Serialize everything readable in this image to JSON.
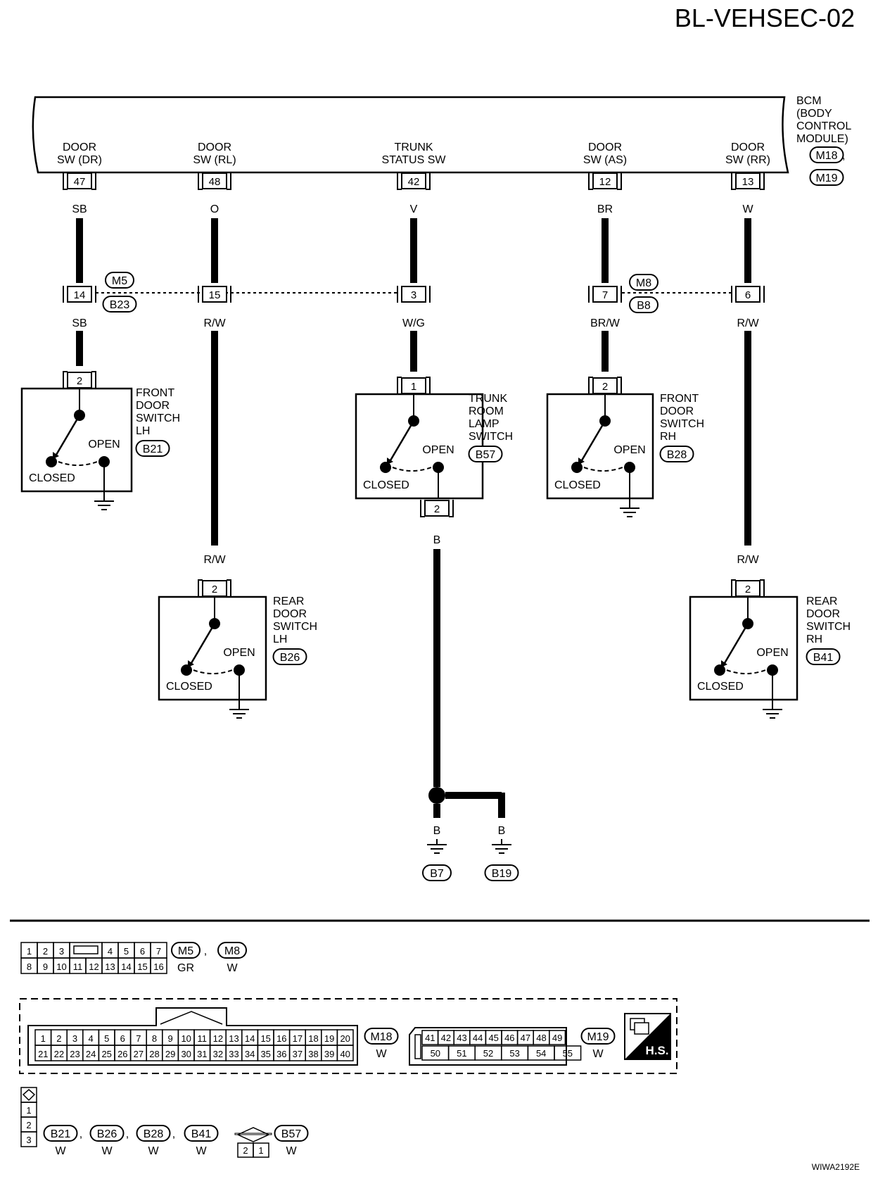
{
  "title": "BL-VEHSEC-02",
  "footer_id": "WIWA2192E",
  "bcm": {
    "lines": [
      "BCM",
      "(BODY",
      "CONTROL",
      "MODULE)"
    ],
    "connectors": [
      "M18",
      "M19"
    ],
    "terminals": [
      {
        "label1": "DOOR",
        "label2": "SW (DR)",
        "pin": "47",
        "wire": "SB"
      },
      {
        "label1": "DOOR",
        "label2": "SW (RL)",
        "pin": "48",
        "wire": "O"
      },
      {
        "label1": "TRUNK",
        "label2": "STATUS SW",
        "pin": "42",
        "wire": "V"
      },
      {
        "label1": "DOOR",
        "label2": "SW (AS)",
        "pin": "12",
        "wire": "BR"
      },
      {
        "label1": "DOOR",
        "label2": "SW (RR)",
        "pin": "13",
        "wire": "W"
      }
    ]
  },
  "joints": [
    {
      "pin": "14",
      "wire": "SB"
    },
    {
      "pin": "15",
      "wire": "R/W"
    },
    {
      "pin": "3",
      "wire": "W/G"
    },
    {
      "pin": "7",
      "wire": "BR/W"
    },
    {
      "pin": "6",
      "wire": "R/W"
    }
  ],
  "joint_connectors": {
    "left_top": "M5",
    "left_bottom": "B23",
    "right_top": "M8",
    "right_bottom": "B8"
  },
  "switches": [
    {
      "name_lines": [
        "FRONT",
        "DOOR",
        "SWITCH",
        "LH"
      ],
      "connector": "B21",
      "pin": "2",
      "open": "OPEN",
      "closed": "CLOSED"
    },
    {
      "name_lines": [
        "TRUNK",
        "ROOM",
        "LAMP",
        "SWITCH"
      ],
      "connector": "B57",
      "pin": "1",
      "pin_out": "2",
      "open": "OPEN",
      "closed": "CLOSED"
    },
    {
      "name_lines": [
        "FRONT",
        "DOOR",
        "SWITCH",
        "RH"
      ],
      "connector": "B28",
      "pin": "2",
      "open": "OPEN",
      "closed": "CLOSED"
    },
    {
      "name_lines": [
        "REAR",
        "DOOR",
        "SWITCH",
        "LH"
      ],
      "connector": "B26",
      "pin": "2",
      "wire": "R/W",
      "open": "OPEN",
      "closed": "CLOSED"
    },
    {
      "name_lines": [
        "REAR",
        "DOOR",
        "SWITCH",
        "RH"
      ],
      "connector": "B41",
      "pin": "2",
      "wire": "R/W",
      "open": "OPEN",
      "closed": "CLOSED"
    }
  ],
  "ground": {
    "wire": "B",
    "wire_a": "B",
    "wire_b": "B",
    "point_a": "B7",
    "point_b": "B19"
  },
  "connector_legend": {
    "m5m8": {
      "top": [
        "1",
        "2",
        "3",
        "4",
        "5",
        "6",
        "7"
      ],
      "bottom": [
        "8",
        "9",
        "10",
        "11",
        "12",
        "13",
        "14",
        "15",
        "16"
      ],
      "ids": [
        "M5",
        "M8"
      ],
      "colors": [
        "GR",
        "W"
      ]
    },
    "m18": {
      "top": [
        "1",
        "2",
        "3",
        "4",
        "5",
        "6",
        "7",
        "8",
        "9",
        "10",
        "11",
        "12",
        "13",
        "14",
        "15",
        "16",
        "17",
        "18",
        "19",
        "20"
      ],
      "bottom": [
        "21",
        "22",
        "23",
        "24",
        "25",
        "26",
        "27",
        "28",
        "29",
        "30",
        "31",
        "32",
        "33",
        "34",
        "35",
        "36",
        "37",
        "38",
        "39",
        "40"
      ],
      "id": "M18",
      "color": "W"
    },
    "m19": {
      "top": [
        "41",
        "42",
        "43",
        "44",
        "45",
        "46",
        "47",
        "48",
        "49"
      ],
      "bottom": [
        "50",
        "51",
        "52",
        "53",
        "54",
        "55"
      ],
      "id": "M19",
      "color": "W"
    },
    "hs_label": "H.S.",
    "switch_conn": {
      "pins": [
        "1",
        "2",
        "3"
      ],
      "ids": [
        "B21",
        "B26",
        "B28",
        "B41"
      ],
      "colors": [
        "W",
        "W",
        "W",
        "W"
      ]
    },
    "b57_conn": {
      "pins": [
        "2",
        "1"
      ],
      "id": "B57",
      "color": "W"
    }
  }
}
